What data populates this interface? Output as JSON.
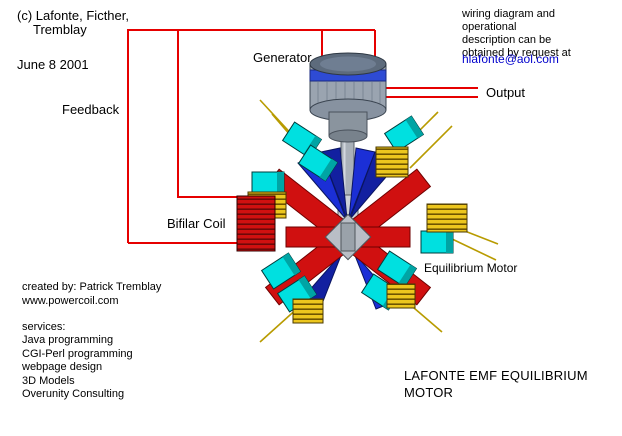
{
  "colors": {
    "background": "#ffffff",
    "wire_red": "#e60000",
    "rotor_red": "#d01010",
    "coil_cyan": "#00e0e0",
    "coil_yellow": "#ecc61e",
    "cone_blue": "#1b2fd6",
    "flux_line_yellow": "#b89b00",
    "link_blue": "#0000cc"
  },
  "header": {
    "copyright_line1": "(c) Lafonte, Ficther,",
    "copyright_line2": "Tremblay",
    "date": "June 8 2001",
    "request_note": "wiring diagram and operational\ndescription can be\nobtained by request at",
    "email": "hlafonte@aol.com"
  },
  "diagram_labels": {
    "feedback": "Feedback",
    "generator": "Generator",
    "output": "Output",
    "bifilar_coil": "Bifilar Coil",
    "equilibrium_motor": "Equilibrium Motor"
  },
  "title": {
    "text": "LAFONTE EMF EQUILIBRIUM\nMOTOR"
  },
  "credits": {
    "created_by": "created by: Patrick Tremblay",
    "website": "www.powercoil.com"
  },
  "services": {
    "heading": "services:",
    "items": [
      "Java programming",
      "CGI-Perl programming",
      "webpage design",
      "3D Models",
      "Overunity Consulting"
    ]
  }
}
